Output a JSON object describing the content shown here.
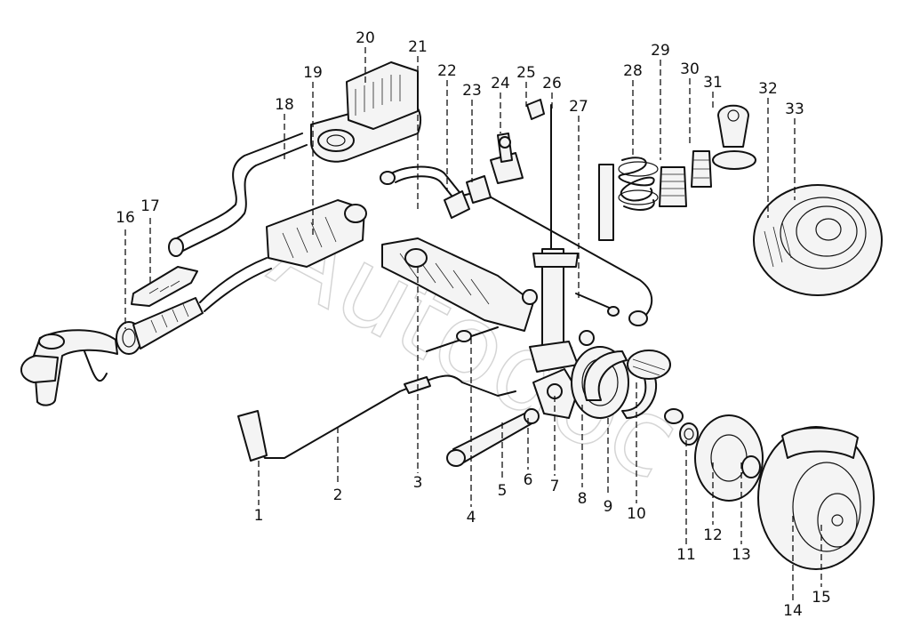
{
  "watermark": "Autodoc",
  "callouts": [
    "1",
    "2",
    "3",
    "4",
    "5",
    "6",
    "7",
    "8",
    "9",
    "10",
    "11",
    "12",
    "13",
    "14",
    "15",
    "16",
    "17",
    "18",
    "19",
    "20",
    "21",
    "22",
    "23",
    "24",
    "25",
    "26",
    "27",
    "28",
    "29",
    "30",
    "31",
    "32",
    "33"
  ]
}
